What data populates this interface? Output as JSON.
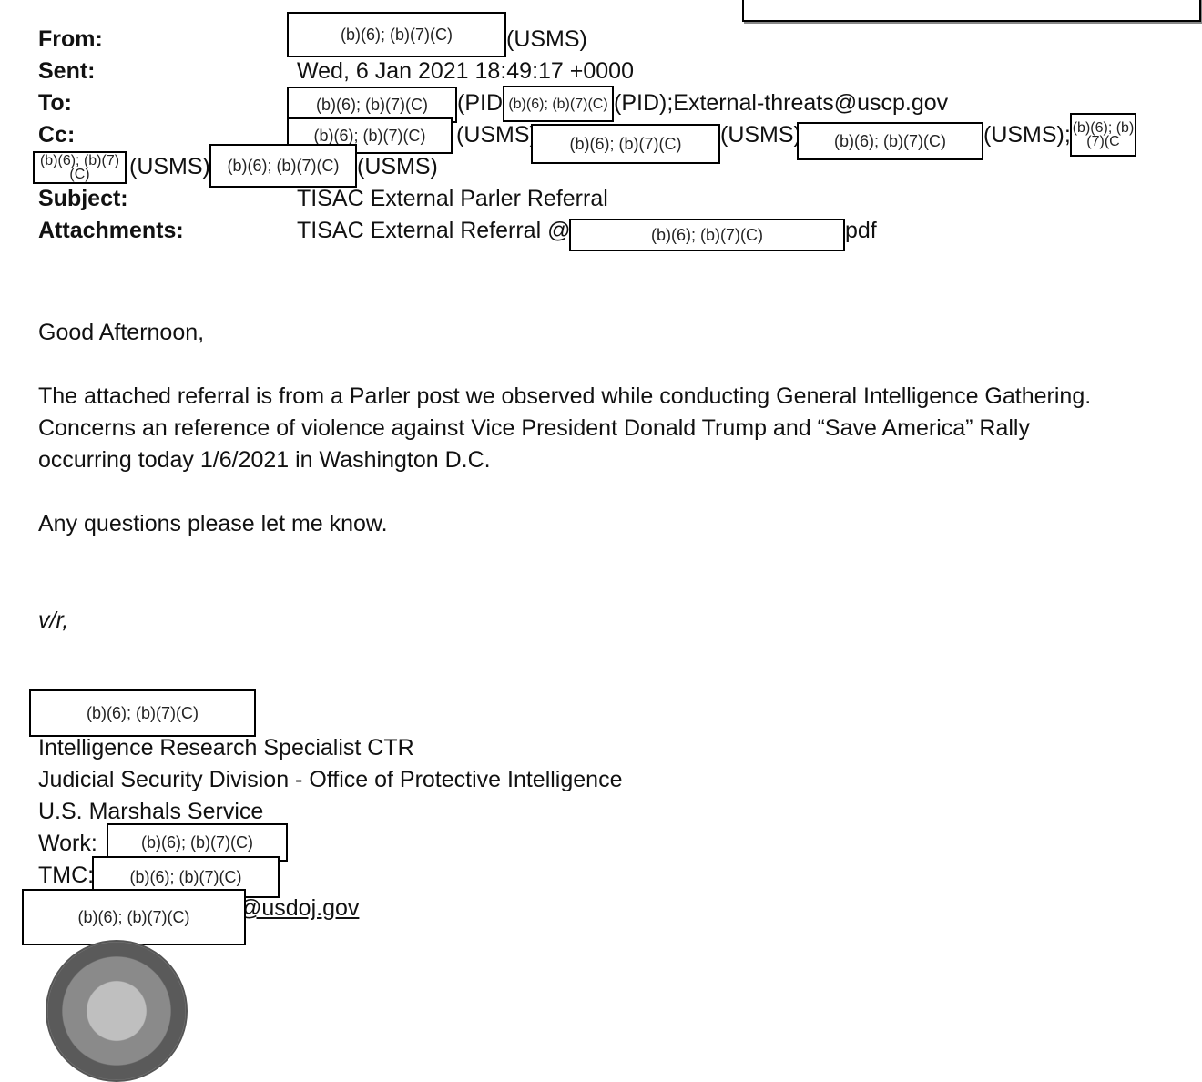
{
  "header": {
    "from_label": "From:",
    "from_suffix": "(USMS)",
    "sent_label": "Sent:",
    "sent_value": "Wed, 6 Jan 2021 18:49:17 +0000",
    "to_label": "To:",
    "to_part1": "(PID)",
    "to_part2": "(PID);External-threats@uscp.gov",
    "cc_label": "Cc:",
    "cc_part1": "(USMS)",
    "cc_part2": "(USMS)",
    "cc_part3": "(USMS);",
    "cc2_part1": "(USMS)",
    "cc2_part2": "(USMS)",
    "subject_label": "Subject:",
    "subject_value": "TISAC External Parler Referral",
    "attachments_label": "Attachments:",
    "attachments_prefix": "TISAC External Referral @",
    "attachments_suffix": "pdf"
  },
  "redaction": {
    "code": "(b)(6); (b)(7)(C)",
    "code_wrapped": "(b)(6); (b)(7)(C"
  },
  "body": {
    "greeting": "Good Afternoon,",
    "para1_line1": "The attached referral is from a Parler post we observed while conducting General Intelligence Gathering.",
    "para1_line2": "Concerns an reference of violence against Vice President Donald Trump and “Save America” Rally",
    "para1_line3": "occurring today 1/6/2021 in Washington D.C.",
    "para2": "Any questions please let me know.",
    "closing": "v/r,"
  },
  "signature": {
    "title": "Intelligence Research Specialist CTR",
    "division": "Judicial Security Division - Office of Protective Intelligence",
    "agency": "U.S. Marshals Service",
    "work_label": "Work:",
    "tmc_label": "TMC:",
    "email_suffix": "@usdoj.gov"
  }
}
